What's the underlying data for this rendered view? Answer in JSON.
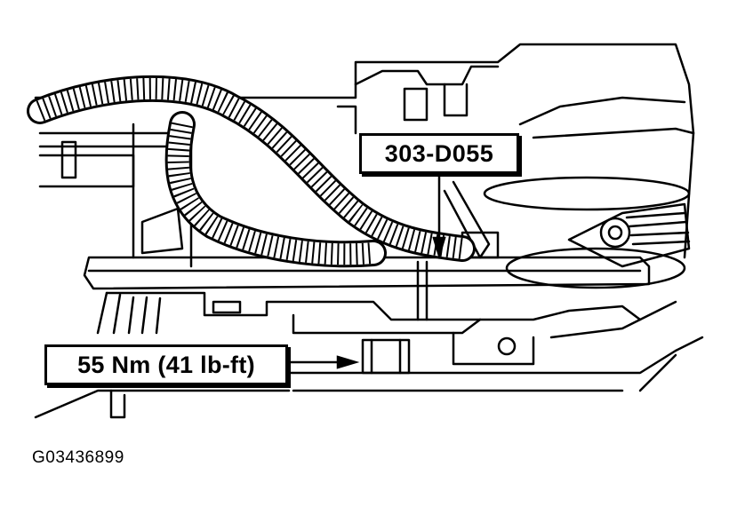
{
  "callouts": {
    "tool_number": "303-D055",
    "torque_spec": "55 Nm (41 lb-ft)"
  },
  "figure_id": "G03436899",
  "colors": {
    "line": "#000000",
    "background": "#ffffff"
  }
}
